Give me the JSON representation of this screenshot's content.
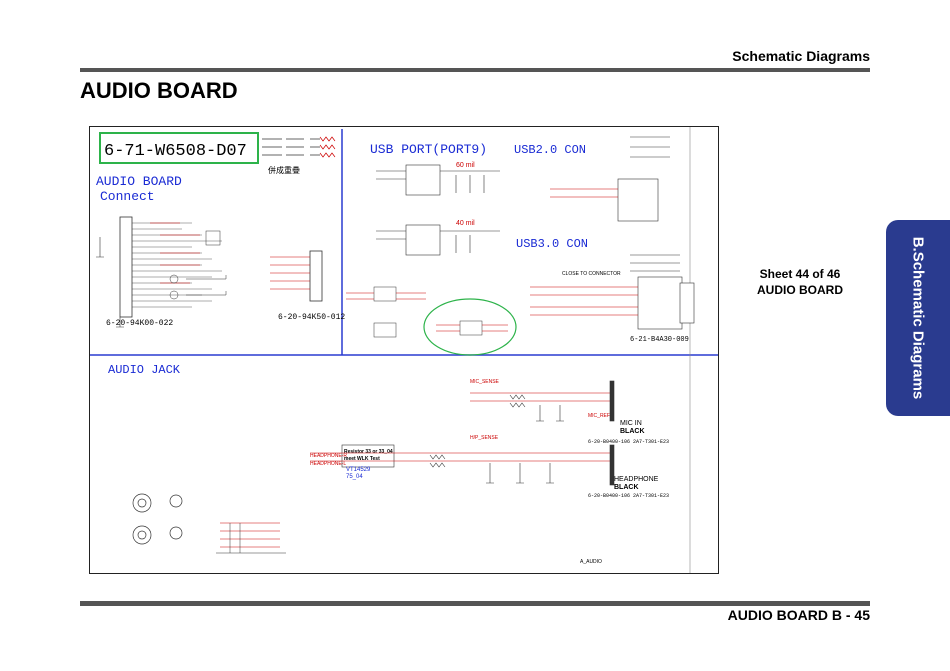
{
  "header": {
    "section_title": "Schematic  Diagrams"
  },
  "page": {
    "title": "AUDIO BOARD"
  },
  "sheet": {
    "info_line1": "Sheet 44 of 46",
    "info_line2": "AUDIO BOARD"
  },
  "side_tab": {
    "label": "B.Schematic Diagrams"
  },
  "footer": {
    "label": "AUDIO BOARD  B  -  45"
  },
  "schematic": {
    "part_number": "6-71-W6508-D07",
    "merge_note": "併成重疊",
    "audio_board_connect": {
      "line1": "AUDIO BOARD",
      "line2": "Connect"
    },
    "connector_left_pn": "6-20-94K00-022",
    "connector_mid_pn": "6-20-94K50-012",
    "usb_port": {
      "title": "USB PORT(PORT9)",
      "mil1": "60 mil",
      "mil2": "40 mil"
    },
    "usb2_con": {
      "title": "USB2.0 CON"
    },
    "usb3_con": {
      "title": "USB3.0 CON",
      "close_note": "CLOSE TO CONNECTOR",
      "pn": "6-21-B4A30-009"
    },
    "audio_jack": {
      "title": "AUDIO JACK",
      "resistor_note_line1": "Resistor 33 or 33_04",
      "resistor_note_line2": "meet WLK Test",
      "resistor_value1": "VT14529",
      "resistor_value2": "75_04",
      "mic_label": "MIC IN",
      "mic_color": "BLACK",
      "mic_pn": "6-20-B0400-106 2A7-T301-E23",
      "hp_label": "HEADPHONE",
      "hp_color": "BLACK",
      "hp_pn": "6-20-B0400-106 2A7-T301-E23",
      "net_mic_sense": "MIC_SENSE",
      "net_hp_sense": "H/P_SENSE",
      "net_mic_ref": "MIC_REF",
      "net_hp_r": "HEADPHONE-R",
      "net_hp_l": "HEADPHONE-L",
      "a_audio": "A_AUDIO"
    }
  }
}
